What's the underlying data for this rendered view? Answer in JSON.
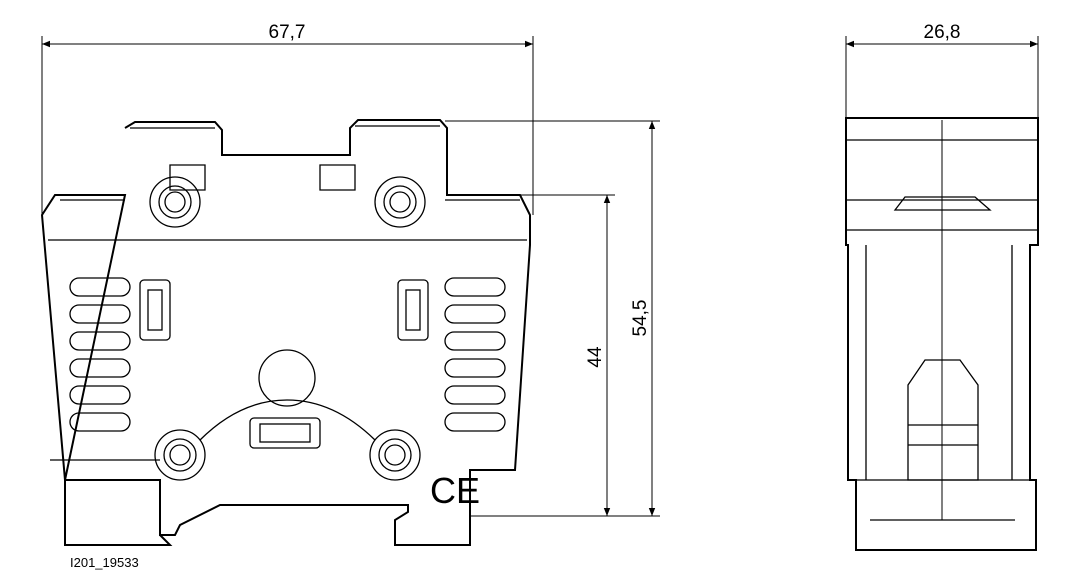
{
  "drawing": {
    "id_label": "I201_19533",
    "dimensions": {
      "front_width": "67,7",
      "side_width": "26,8",
      "rail_height": "44",
      "total_height": "54,5"
    },
    "mark": "CE",
    "line_color": "#000000",
    "background": "#ffffff"
  }
}
